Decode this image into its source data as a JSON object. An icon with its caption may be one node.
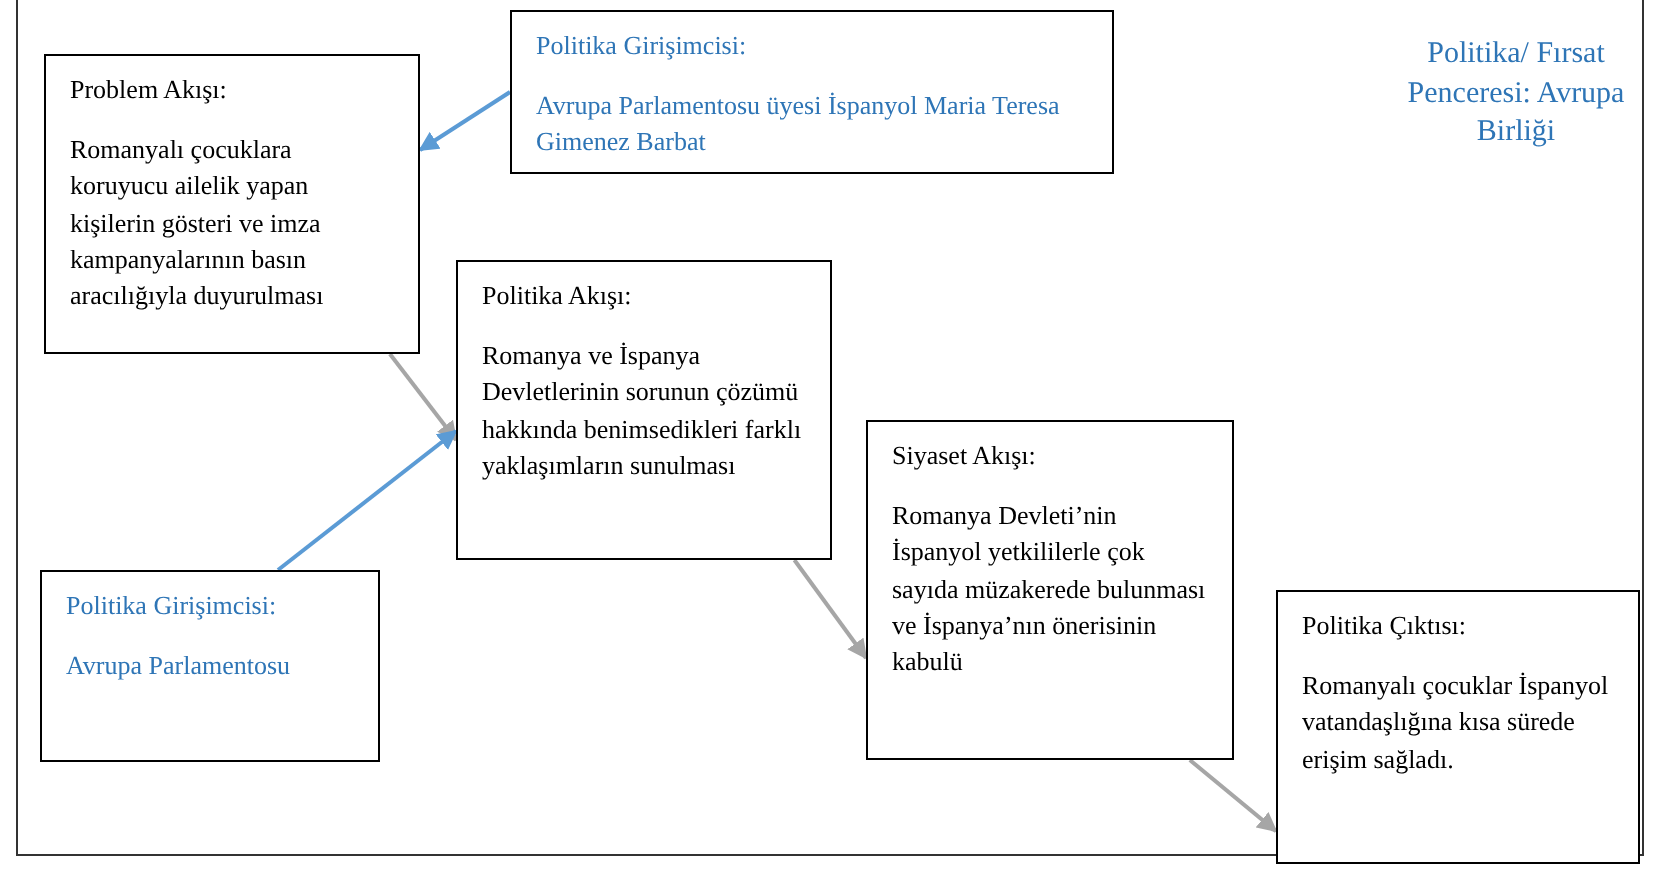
{
  "diagram": {
    "nodes": [
      {
        "text": [
          "Problem Akışı:",
          "Romanyalı çocuklara koruyucu ailelik yapan kişilerin gösteri ve imza kampanyalarının basın aracılığıyla duyurulması"
        ]
      },
      {
        "text": [
          "Politika Girişimcisi:",
          "Avrupa Parlamentosu üyesi İspanyol Maria Teresa Gimenez Barbat"
        ]
      },
      {
        "text": [
          "Politika Akışı:",
          "Romanya ve İspanya Devletlerinin sorunun çözümü hakkında benimsedikleri farklı yaklaşımların sunulması"
        ]
      },
      {
        "text": [
          "Siyaset Akışı:",
          "Romanya Devleti’nin İspanyol yetkililerle çok sayıda müzakerede bulunması ve İspanya’nın önerisinin kabulü"
        ]
      },
      {
        "text": [
          "Politika Girişimcisi:",
          "Avrupa Parlamentosu"
        ]
      },
      {
        "text": [
          "Politika Çıktısı:",
          "Romanyalı çocuklar İspanyol vatandaşlığına kısa sürede erişim sağladı."
        ]
      }
    ],
    "edges": [
      {
        "from": 1,
        "to": 0,
        "arrow": "to",
        "color": "#5b9bd5"
      },
      {
        "from": 0,
        "to": 2,
        "arrow": "to"
      },
      {
        "from": 4,
        "to": 2,
        "arrow": "to",
        "color": "#5b9bd5"
      },
      {
        "from": 2,
        "to": 3,
        "arrow": "to"
      },
      {
        "from": 3,
        "to": 5,
        "arrow": "to"
      }
    ],
    "labels": [
      "Politika/ Fırsat Penceresi: Avrupa Birliği"
    ]
  }
}
